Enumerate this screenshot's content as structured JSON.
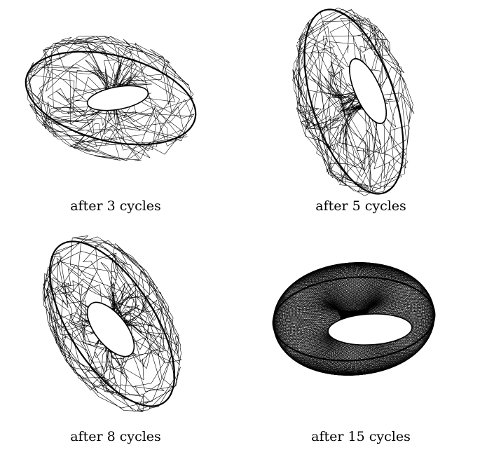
{
  "panels": [
    {
      "caption": "after 3 cycles",
      "density": 3
    },
    {
      "caption": "after 5 cycles",
      "density": 5
    },
    {
      "caption": "after 8 cycles",
      "density": 8
    },
    {
      "caption": "after 15 cycles",
      "density": 15
    }
  ],
  "colors": {
    "stroke": "#000000",
    "background": "#ffffff"
  }
}
